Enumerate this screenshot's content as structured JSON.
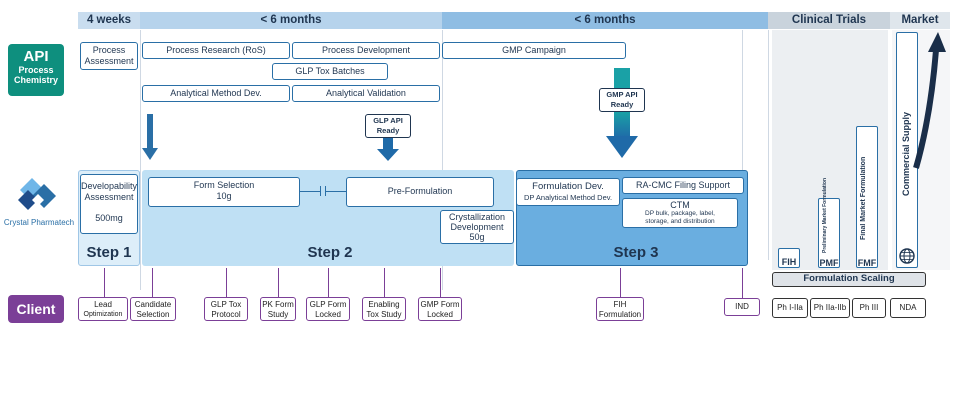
{
  "header": {
    "seg1": "4 weeks",
    "seg2": "< 6 months",
    "seg3": "< 6 months",
    "seg4": "Clinical Trials",
    "seg5": "Market"
  },
  "left": {
    "api_title": "API",
    "api_sub1": "Process",
    "api_sub2": "Chemistry",
    "company": "Crystal Pharmatech",
    "client": "Client"
  },
  "api_row": {
    "process_assessment": [
      "Process",
      "Assessment"
    ],
    "process_research": "Process Research (RoS)",
    "process_development": "Process Development",
    "gmp_campaign": "GMP Campaign",
    "glp_tox_batches": "GLP Tox Batches",
    "analytical_method_dev": "Analytical Method Dev.",
    "analytical_validation": "Analytical Validation",
    "glp_api_ready": [
      "GLP API",
      "Ready"
    ],
    "gmp_api_ready": [
      "GMP API",
      "Ready"
    ]
  },
  "pharma_row": {
    "developability": [
      "Developability",
      "Assessment"
    ],
    "developability_amount": "500mg",
    "form_selection": "Form Selection",
    "form_selection_amount": "10g",
    "pre_formulation": "Pre-Formulation",
    "crystallization": [
      "Crystallization",
      "Development"
    ],
    "crystallization_amount": "50g",
    "formulation_dev": "Formulation Dev.",
    "dp_method": "DP Analytical Method Dev.",
    "ra_cmc": "RA-CMC Filing Support",
    "ctm_title": "CTM",
    "ctm_desc": [
      "DP bulk, package, label,",
      "storage, and distribution"
    ],
    "step1": "Step 1",
    "step2": "Step 2",
    "step3": "Step 3"
  },
  "clinical": {
    "fih": "FIH",
    "pmf": "PMF",
    "fmf": "FMF",
    "pmf_vertical": "Preliminary Market Formulation",
    "fmf_vertical": "Final Market Formulation",
    "commercial": "Commercial Supply",
    "formulation_scaling": "Formulation Scaling"
  },
  "client_milestones": {
    "lead_optimization": [
      "Lead",
      "Optimization"
    ],
    "candidate_selection": [
      "Candidate",
      "Selection"
    ],
    "glp_tox_protocol": [
      "GLP Tox",
      "Protocol"
    ],
    "pk_form_study": [
      "PK Form",
      "Study"
    ],
    "glp_form_locked": [
      "GLP Form",
      "Locked"
    ],
    "enabling_tox_study": [
      "Enabling",
      "Tox Study"
    ],
    "gmp_form_locked": [
      "GMP Form",
      "Locked"
    ],
    "fih_formulation": [
      "FIH",
      "Formulation"
    ],
    "ind": "IND",
    "ph_1_2a": "Ph I-IIa",
    "ph_2a_2b": "Ph IIa-IIb",
    "ph_3": "Ph III",
    "nda": "NDA"
  },
  "colors": {
    "navy": "#1f3550",
    "api_green": "#0e8f7e",
    "client_purple": "#7b3f97",
    "header_blue": "#9fc6e6",
    "step2_fill": "#bfe0f4",
    "step3_fill": "#6aaee0",
    "arrow_blue": "#2a6fa6"
  }
}
